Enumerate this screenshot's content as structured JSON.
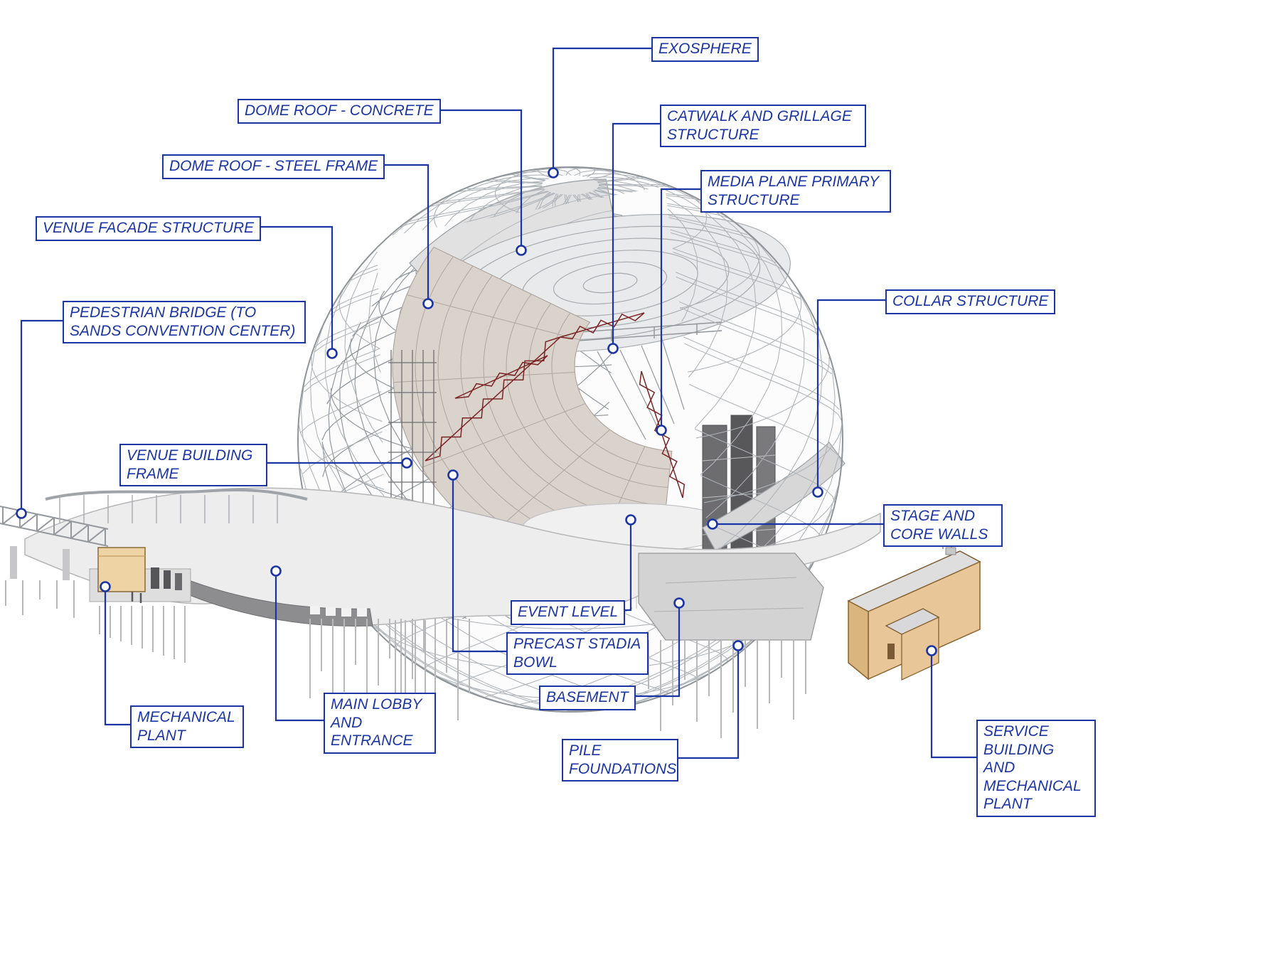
{
  "diagram": {
    "labels": {
      "exosphere": "EXOSPHERE",
      "dome_roof_concrete": "DOME ROOF - CONCRETE",
      "dome_roof_steel_frame": "DOME ROOF - STEEL FRAME",
      "venue_facade_structure": "VENUE FACADE STRUCTURE",
      "pedestrian_bridge": "PEDESTRIAN BRIDGE (TO SANDS CONVENTION CENTER)",
      "catwalk_and_grillage": "CATWALK AND GRILLAGE STRUCTURE",
      "media_plane_primary_structure": "MEDIA PLANE PRIMARY STRUCTURE",
      "collar_structure": "COLLAR STRUCTURE",
      "venue_building_frame": "VENUE BUILDING FRAME",
      "stage_and_core_walls": "STAGE AND CORE WALLS",
      "event_level": "EVENT LEVEL",
      "precast_stadia_bowl": "PRECAST STADIA BOWL",
      "basement": "BASEMENT",
      "mechanical_plant": "MECHANICAL PLANT",
      "main_lobby_and_entrance": "MAIN LOBBY AND ENTRANCE",
      "pile_foundations": "PILE FOUNDATIONS",
      "service_building": "SERVICE BUILDING AND MECHANICAL PLANT"
    },
    "colors": {
      "callout_blue": "#1b35a5",
      "structure_gray": "#9aa0a4",
      "truss_red": "#7a2525",
      "stadia_bowl_tan": "#dad3cc",
      "building_tan": "#e9c697",
      "background": "#ffffff"
    }
  }
}
